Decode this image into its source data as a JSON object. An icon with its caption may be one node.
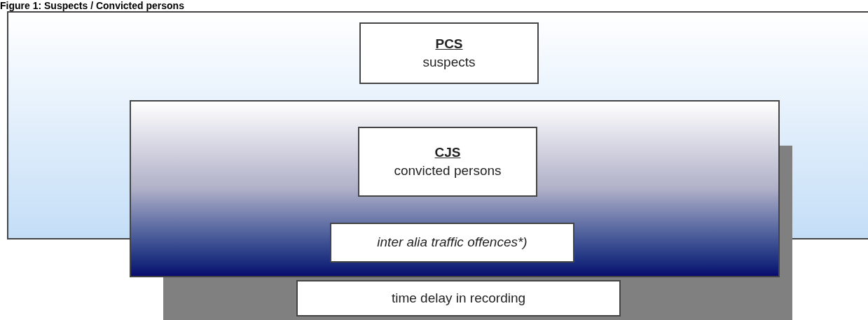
{
  "diagram": {
    "title": "Figure 1: Suspects / Convicted persons",
    "nodes": [
      {
        "text": [],
        "shape": "box"
      },
      {
        "text": [
          "PCS",
          "suspects"
        ],
        "in": 0
      },
      {
        "text": [],
        "shape": "box"
      },
      {
        "text": [
          "CJS",
          "convicted persons"
        ]
      },
      {
        "text": [
          "inter alia traffic offences*)"
        ],
        "in": 2
      },
      {
        "text": [
          "time delay in recording"
        ]
      }
    ]
  }
}
